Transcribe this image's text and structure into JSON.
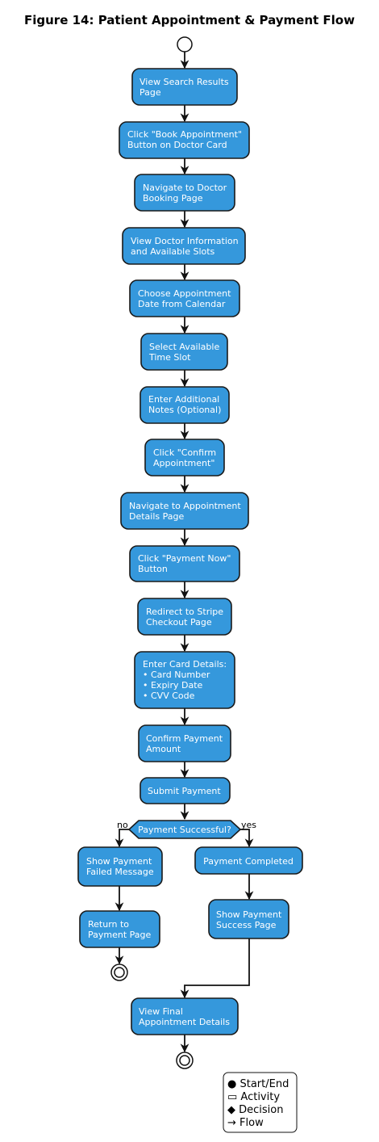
{
  "title": "Figure 14: Patient Appointment & Payment Flow",
  "colors": {
    "node_fill": "#3598dc",
    "node_stroke": "#1a1a1a",
    "edge": "#111111"
  },
  "nodes": {
    "n1": [
      "View Search Results",
      "Page"
    ],
    "n2": [
      "Click \"Book Appointment\"",
      "Button on Doctor Card"
    ],
    "n3": [
      "Navigate to Doctor",
      "Booking Page"
    ],
    "n4": [
      "View Doctor Information",
      "and Available Slots"
    ],
    "n5": [
      "Choose Appointment",
      "Date from Calendar"
    ],
    "n6": [
      "Select Available",
      "Time Slot"
    ],
    "n7": [
      "Enter Additional",
      "Notes (Optional)"
    ],
    "n8": [
      "Click \"Confirm",
      "Appointment\""
    ],
    "n9": [
      "Navigate to Appointment",
      "Details Page"
    ],
    "n10": [
      "Click \"Payment Now\"",
      "Button"
    ],
    "n11": [
      "Redirect to Stripe",
      "Checkout Page"
    ],
    "n12": [
      "Enter Card Details:",
      "• Card Number",
      "• Expiry Date",
      "• CVV Code"
    ],
    "n13": [
      "Confirm Payment",
      "Amount"
    ],
    "n14": [
      "Submit Payment"
    ],
    "decision": "Payment Successful?",
    "fail1": [
      "Show Payment",
      "Failed Message"
    ],
    "fail2": [
      "Return to",
      "Payment Page"
    ],
    "ok1": [
      "Payment Completed"
    ],
    "ok2": [
      "Show Payment",
      "Success Page"
    ],
    "final": [
      "View Final",
      "Appointment Details"
    ]
  },
  "branch_labels": {
    "no": "no",
    "yes": "yes"
  },
  "legend": [
    "● Start/End",
    "▭ Activity",
    "◆ Decision",
    "→ Flow"
  ]
}
